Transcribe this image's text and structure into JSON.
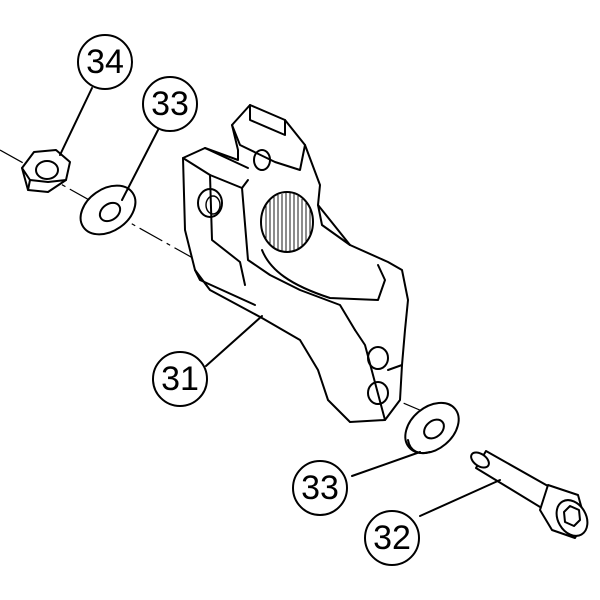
{
  "diagram": {
    "callouts": [
      {
        "id": "34",
        "label": "34"
      },
      {
        "id": "33a",
        "label": "33"
      },
      {
        "id": "31",
        "label": "31"
      },
      {
        "id": "33b",
        "label": "33"
      },
      {
        "id": "32",
        "label": "32"
      }
    ],
    "colors": {
      "ink": "#000000",
      "background": "#ffffff"
    }
  }
}
